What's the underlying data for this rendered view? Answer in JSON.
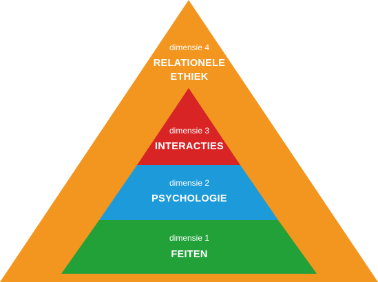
{
  "colors": {
    "background": "#ffffff",
    "relational_ethics": "#f3961f",
    "interactions": "#d92425",
    "psychology": "#1d9ad9",
    "facts": "#21a138",
    "text": "#ffffff"
  },
  "levels": [
    {
      "key": "facts",
      "dimension": "dimensie 1",
      "title": "FEITEN"
    },
    {
      "key": "psychology",
      "dimension": "dimensie 2",
      "title": "PSYCHOLOGIE"
    },
    {
      "key": "interactions",
      "dimension": "dimensie 3",
      "title": "INTERACTIES"
    },
    {
      "key": "relational_ethics",
      "dimension": "dimensie 4",
      "title_line1": "RELATIONELE",
      "title_line2": "ETHIEK"
    }
  ]
}
